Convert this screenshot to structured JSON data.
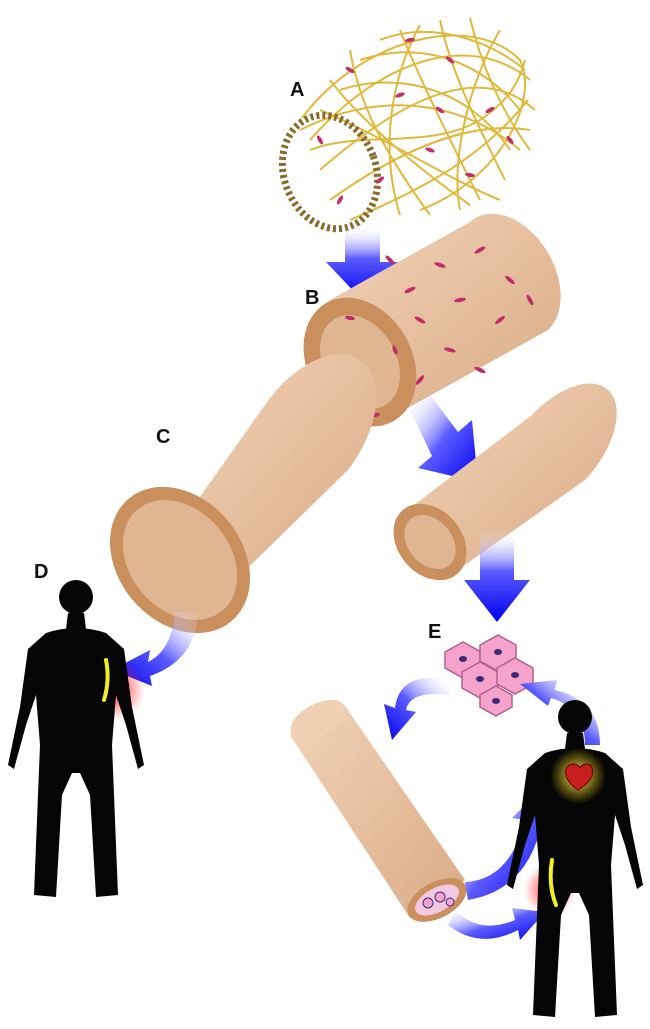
{
  "labels": {
    "a": "A",
    "b": "B",
    "c": "C",
    "d": "D",
    "e": "E"
  },
  "colors": {
    "arrow": "#1f1ff0",
    "tube": "#e9c2a2",
    "tube_rim": "#c9905e",
    "fiber": "#e6c04a",
    "cell": "#cc2a6c",
    "silhouette": "#050505",
    "graft_highlight": "#f2f020",
    "glow": "#ff3030",
    "cell_cluster": "#f5a3cd",
    "nucleus": "#3a2a78"
  }
}
